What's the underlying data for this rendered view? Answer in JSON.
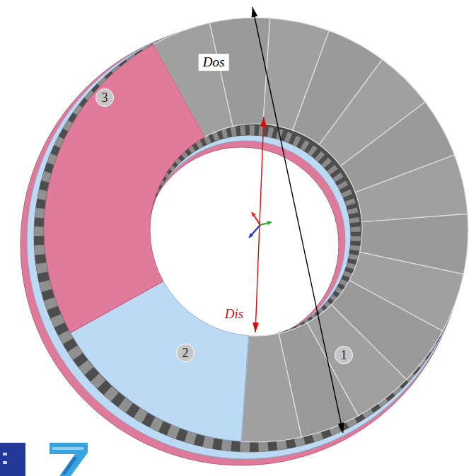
{
  "diagram": {
    "labels": [
      "Dos",
      "Dis",
      "3",
      "2",
      "1"
    ]
  }
}
